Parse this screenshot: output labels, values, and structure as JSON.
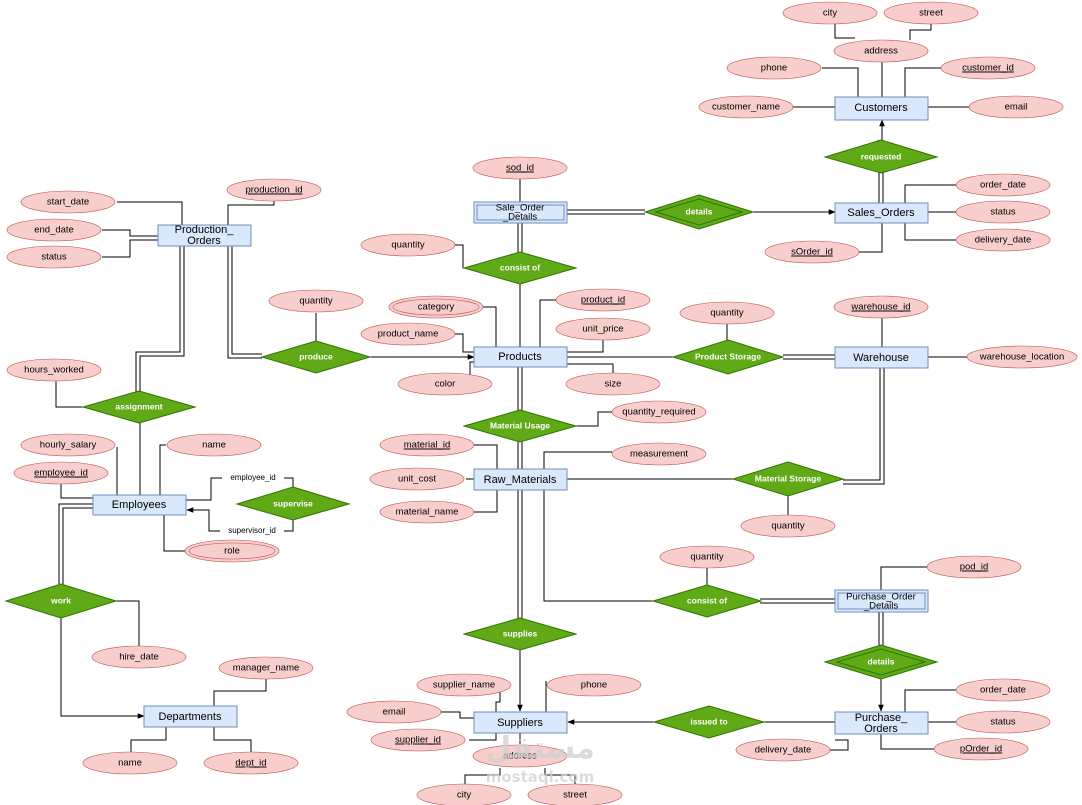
{
  "diagram": {
    "entities": {
      "customers": "Customers",
      "sales_orders": "Sales_Orders",
      "sale_order_details": [
        "Sale_Order",
        "_Details"
      ],
      "production_orders": [
        "Production_",
        "Orders"
      ],
      "products": "Products",
      "warehouse": "Warehouse",
      "raw_materials": "Raw_Materials",
      "employees": "Employees",
      "purchase_order_details": [
        "Purchase_Order",
        "_Details"
      ],
      "departments": "Departments",
      "suppliers": "Suppliers",
      "purchase_orders": [
        "Purchase_",
        "Orders"
      ]
    },
    "relationships": {
      "requested": "requested",
      "details_sales": "details",
      "consist_of_sales": "consist of",
      "produce": "produce",
      "product_storage": "Product Storage",
      "assignment": "assignment",
      "material_usage": "Material Usage",
      "material_storage": "Material Storage",
      "supervise": "supervise",
      "work": "work",
      "consist_of_purchase": "consist of",
      "supplies": "supplies",
      "details_purchase": "details",
      "issued_to": "issued to"
    },
    "attributes": {
      "city_top": "city",
      "street_top": "street",
      "address_top": "address",
      "phone_cust": "phone",
      "customer_id": "customer_id",
      "customer_name": "customer_name",
      "email_cust": "email",
      "sod_id": "sod_id",
      "order_date_sales": "order_date",
      "status_sales": "status",
      "delivery_date_sales": "delivery_date",
      "sorder_id": "sOrder_id",
      "start_date": "start_date",
      "production_id": "production_id",
      "end_date": "end_date",
      "status_prod": "status",
      "quantity_sod": "quantity",
      "quantity_produce": "quantity",
      "category": "category",
      "product_id": "product_id",
      "unit_price": "unit_price",
      "product_name": "product_name",
      "color": "color",
      "size": "size",
      "quantity_storage": "quantity",
      "warehouse_id": "warehouse_id",
      "warehouse_location": "warehouse_location",
      "hours_worked": "hours_worked",
      "quantity_required": "quantity_required",
      "hourly_salary": "hourly_salary",
      "name_emp": "name",
      "material_id": "material_id",
      "measurement": "measurement",
      "employee_id_attr": "employee_id",
      "unit_cost": "unit_cost",
      "material_name": "material_name",
      "quantity_matstorage": "quantity",
      "role": "role",
      "quantity_pod": "quantity",
      "pod_id": "pod_id",
      "hire_date": "hire_date",
      "manager_name": "manager_name",
      "supplier_name": "supplier_name",
      "phone_sup": "phone",
      "order_date_purch": "order_date",
      "email_sup": "email",
      "status_purch": "status",
      "supplier_id": "supplier_id",
      "delivery_date_purch": "delivery_date",
      "porder_id": "pOrder_id",
      "address_sup": "address",
      "name_dept": "name",
      "dept_id": "dept_id",
      "city_sup": "city",
      "street_sup": "street"
    },
    "edge_labels": {
      "employee_id": "employee_id",
      "supervisor_id": "supervisor_id"
    },
    "watermark": {
      "arabic": "مستقل",
      "latin": "mostaql.com"
    }
  },
  "colors": {
    "entity_fill": "#dae8fc",
    "entity_stroke": "#6c8ebf",
    "attribute_fill": "#f8cecc",
    "attribute_stroke": "#b85450",
    "relationship_fill": "#60a917",
    "relationship_stroke": "#2d7600"
  }
}
